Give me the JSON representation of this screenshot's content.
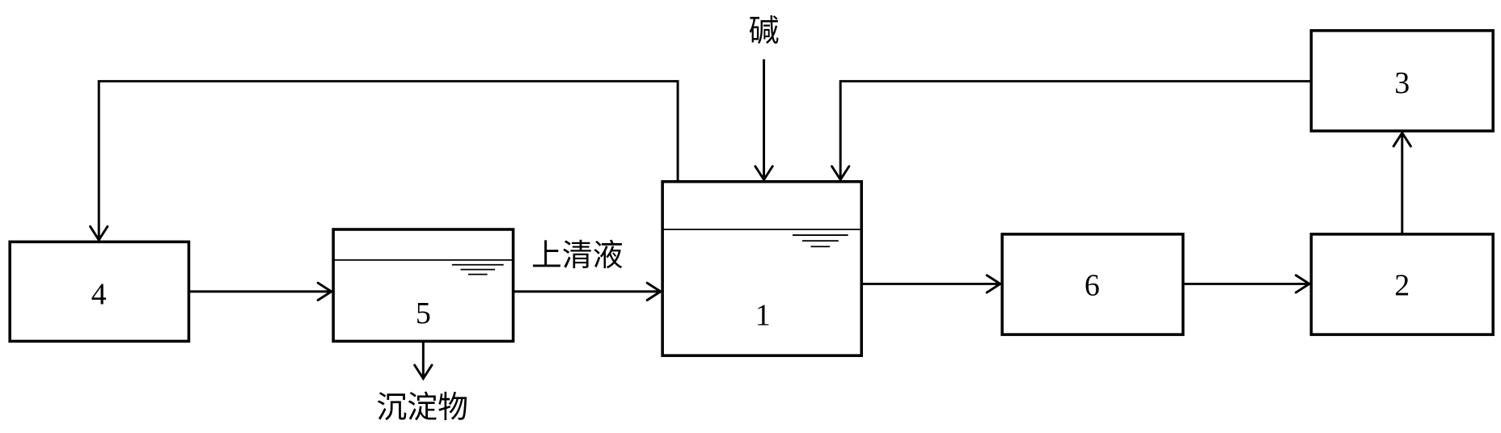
{
  "boxes": {
    "b1": "1",
    "b2": "2",
    "b3": "3",
    "b4": "4",
    "b5": "5",
    "b6": "6"
  },
  "labels": {
    "alkali": "碱",
    "supernatant": "上清液",
    "sediment": "沉淀物"
  }
}
